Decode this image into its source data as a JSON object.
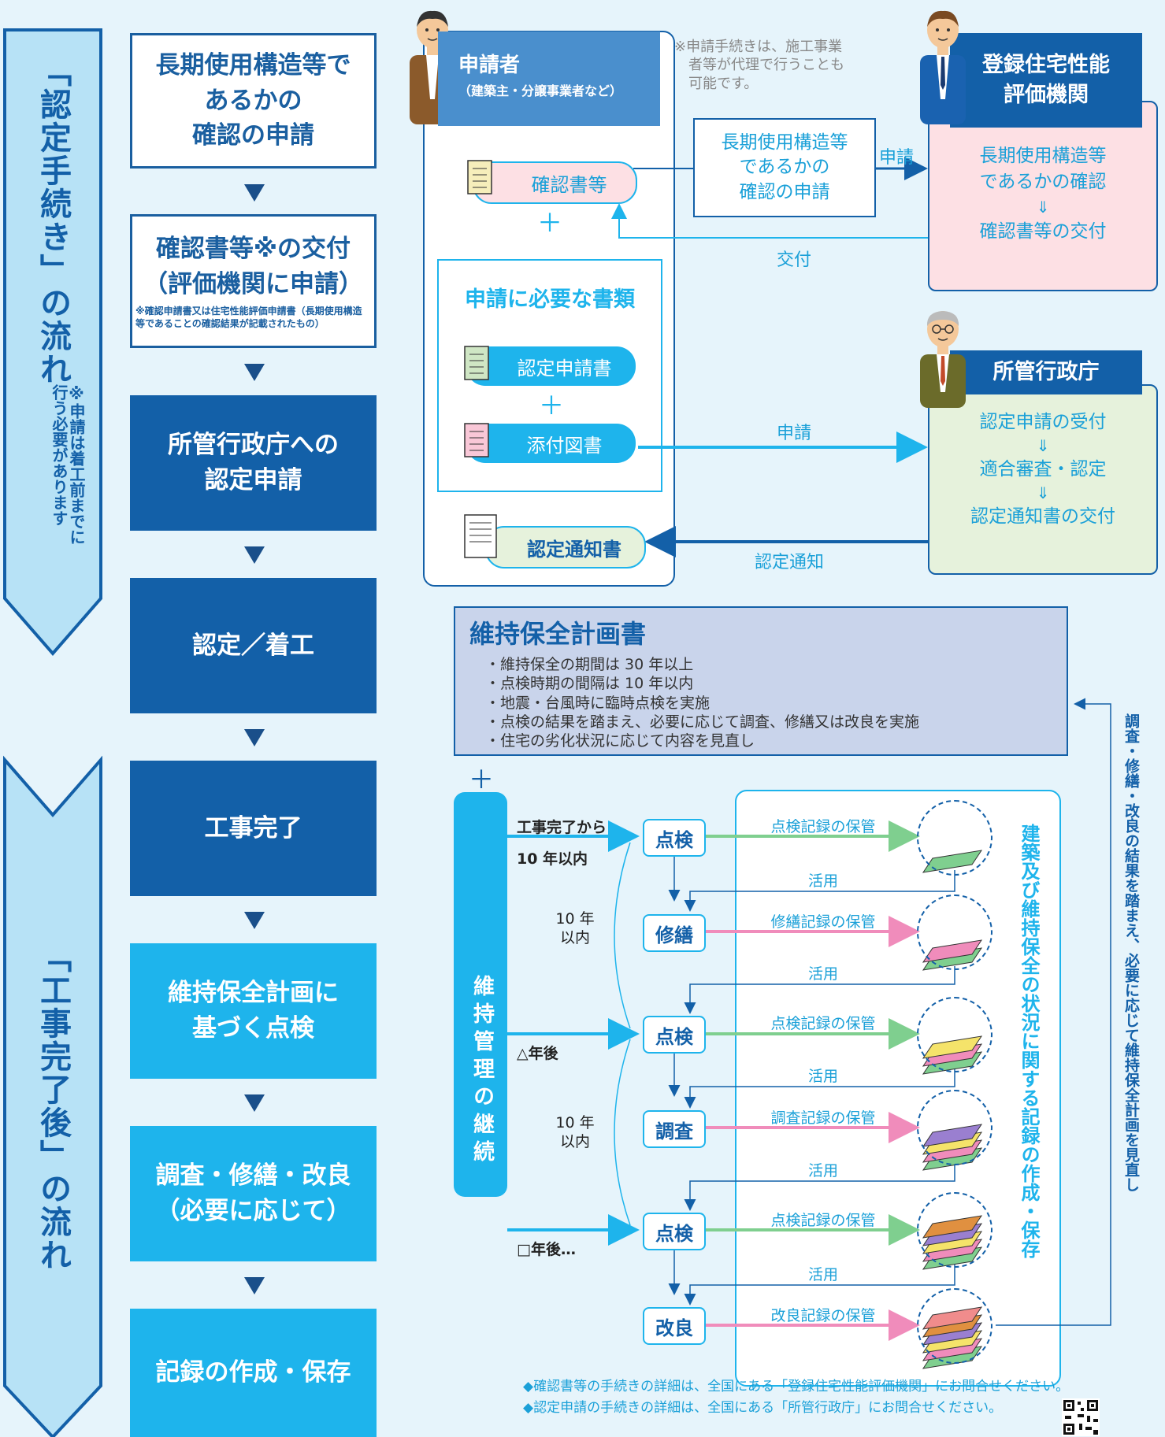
{
  "left_flow": {
    "title_top": "「認定手続き」の流れ",
    "note": [
      "※申請は着工前までに",
      "行う必要があります"
    ],
    "title_bottom": "「工事完了後」の流れ"
  },
  "steps": [
    {
      "lines": [
        "長期使用構造等で",
        "あるかの",
        "確認の申請"
      ]
    },
    {
      "lines": [
        "確認書等※の交付",
        "（評価機関に申請）"
      ],
      "note": "※確認申請書又は住宅性能評価申請書（長期使用構造等であることの確認結果が記載されたもの）"
    },
    {
      "lines": [
        "所管行政庁への",
        "認定申請"
      ]
    },
    {
      "lines": [
        "認定／着工"
      ]
    },
    {
      "lines": [
        "工事完了"
      ]
    },
    {
      "lines": [
        "維持保全計画に",
        "基づく点検"
      ]
    },
    {
      "lines": [
        "調査・修繕・改良",
        "（必要に応じて）"
      ]
    },
    {
      "lines": [
        "記録の作成・保存"
      ]
    }
  ],
  "applicant": {
    "title": "申請者",
    "subtitle": "（建築主・分譲事業者など）",
    "note": [
      "※申請手続きは、施工事業",
      "者等が代理で行うことも",
      "可能です。"
    ],
    "doc_confirm": "確認書等",
    "plus": "＋",
    "required_title": "申請に必要な書類",
    "doc_app": "認定申請書",
    "doc_drawing": "添付図書",
    "doc_notice": "認定通知書"
  },
  "flow_labels": {
    "app_box": [
      "長期使用構造等",
      "であるかの",
      "確認の申請"
    ],
    "apply": "申請",
    "issue": "交付",
    "apply2": "申請",
    "notice": "認定通知"
  },
  "evaluator": {
    "title": [
      "登録住宅性能",
      "評価機関"
    ],
    "body": [
      "長期使用構造等",
      "であるかの確認",
      "⇓",
      "確認書等の交付"
    ]
  },
  "authority": {
    "title": "所管行政庁",
    "body": [
      "認定申請の受付",
      "⇓",
      "適合審査・認定",
      "⇓",
      "認定通知書の交付"
    ]
  },
  "plan": {
    "title": "維持保全計画書",
    "items": [
      "・維持保全の期間は 30 年以上",
      "・点検時期の間隔は 10 年以内",
      "・地震・台風時に臨時点検を実施",
      "・点検の結果を踏まえ、必要に応じて調査、修繕又は改良を実施",
      "・住宅の劣化状況に応じて内容を見直し"
    ]
  },
  "maintenance": {
    "plus": "＋",
    "bar": "維持管理の継続",
    "t1": [
      "工事完了から",
      "10 年以内"
    ],
    "t2": "△年後",
    "t3": "□年後…",
    "within1": [
      "10 年",
      "以内"
    ],
    "within2": [
      "10 年",
      "以内"
    ],
    "actions": [
      "点検",
      "修繕",
      "点検",
      "調査",
      "点検",
      "改良"
    ],
    "records": [
      "点検記録の保管",
      "修繕記録の保管",
      "点検記録の保管",
      "調査記録の保管",
      "点検記録の保管",
      "改良記録の保管"
    ],
    "use": "活用",
    "record_vertical": "建築及び維持保全の状況に関する記録の作成・保存",
    "review_vertical": "調査・修繕・改良の結果を踏まえ、必要に応じて維持保全計画を見直し"
  },
  "footer": [
    "◆確認書等の手続きの詳細は、全国にある「登録住宅性能評価機関」にお問合せください。",
    "◆認定申請の手続きの詳細は、全国にある「所管行政庁」にお問合せください。"
  ],
  "colors": {
    "dark_blue": "#1360a8",
    "light_blue": "#1eb4ec",
    "pink": "#fde0e4",
    "green": "#e6f2dc",
    "plan": "#c9d4eb"
  }
}
